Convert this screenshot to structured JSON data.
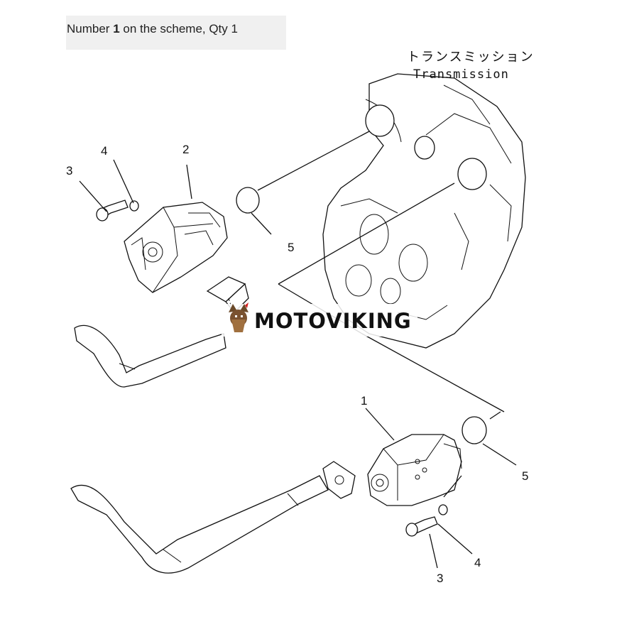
{
  "caption": {
    "prefix": "Number ",
    "number": "1",
    "suffix": " on the scheme, Qty 1"
  },
  "transmission": {
    "label_jp": "トランスミッション",
    "label_en": "Transmission"
  },
  "callouts": {
    "upper_bolt": "3",
    "upper_washer": "4",
    "upper_pump": "2",
    "upper_oring": "5",
    "lower_pump": "1",
    "lower_oring": "5",
    "lower_washer": "4",
    "lower_bolt": "3"
  },
  "watermark": {
    "text": "MOTOVIKING",
    "logo_icon": "viking-head-icon"
  }
}
